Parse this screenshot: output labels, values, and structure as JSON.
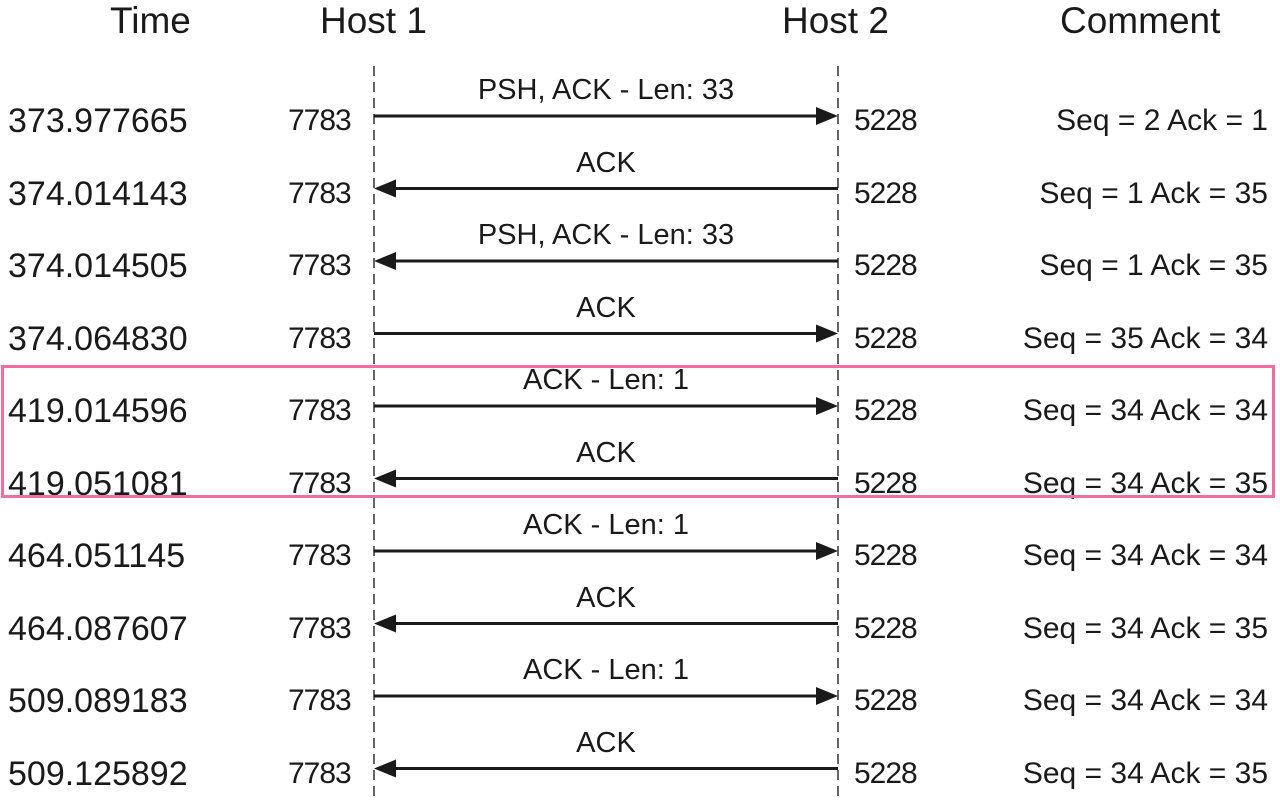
{
  "header": {
    "time": "Time",
    "host1": "Host 1",
    "host2": "Host 2",
    "comment": "Comment"
  },
  "colors": {
    "text": "#1a1a1a",
    "arrow": "#1a1a1a",
    "lifeline": "#666666",
    "highlight": "#ef6fa3"
  },
  "highlight": {
    "rows": [
      4,
      5
    ]
  },
  "rows": [
    {
      "time": "373.977665",
      "port1": "7783",
      "port2": "5228",
      "message": "PSH, ACK - Len: 33",
      "direction": "right",
      "comment": "Seq = 2 Ack = 1"
    },
    {
      "time": "374.014143",
      "port1": "7783",
      "port2": "5228",
      "message": "ACK",
      "direction": "left",
      "comment": "Seq = 1 Ack = 35"
    },
    {
      "time": "374.014505",
      "port1": "7783",
      "port2": "5228",
      "message": "PSH, ACK - Len: 33",
      "direction": "left",
      "comment": "Seq = 1 Ack = 35"
    },
    {
      "time": "374.064830",
      "port1": "7783",
      "port2": "5228",
      "message": "ACK",
      "direction": "right",
      "comment": "Seq = 35 Ack = 34"
    },
    {
      "time": "419.014596",
      "port1": "7783",
      "port2": "5228",
      "message": "ACK - Len: 1",
      "direction": "right",
      "comment": "Seq = 34 Ack = 34"
    },
    {
      "time": "419.051081",
      "port1": "7783",
      "port2": "5228",
      "message": "ACK",
      "direction": "left",
      "comment": "Seq = 34 Ack = 35"
    },
    {
      "time": "464.051145",
      "port1": "7783",
      "port2": "5228",
      "message": "ACK - Len: 1",
      "direction": "right",
      "comment": "Seq = 34 Ack = 34"
    },
    {
      "time": "464.087607",
      "port1": "7783",
      "port2": "5228",
      "message": "ACK",
      "direction": "left",
      "comment": "Seq = 34 Ack = 35"
    },
    {
      "time": "509.089183",
      "port1": "7783",
      "port2": "5228",
      "message": "ACK - Len: 1",
      "direction": "right",
      "comment": "Seq = 34 Ack = 34"
    },
    {
      "time": "509.125892",
      "port1": "7783",
      "port2": "5228",
      "message": "ACK",
      "direction": "left",
      "comment": "Seq = 34 Ack = 35"
    }
  ]
}
